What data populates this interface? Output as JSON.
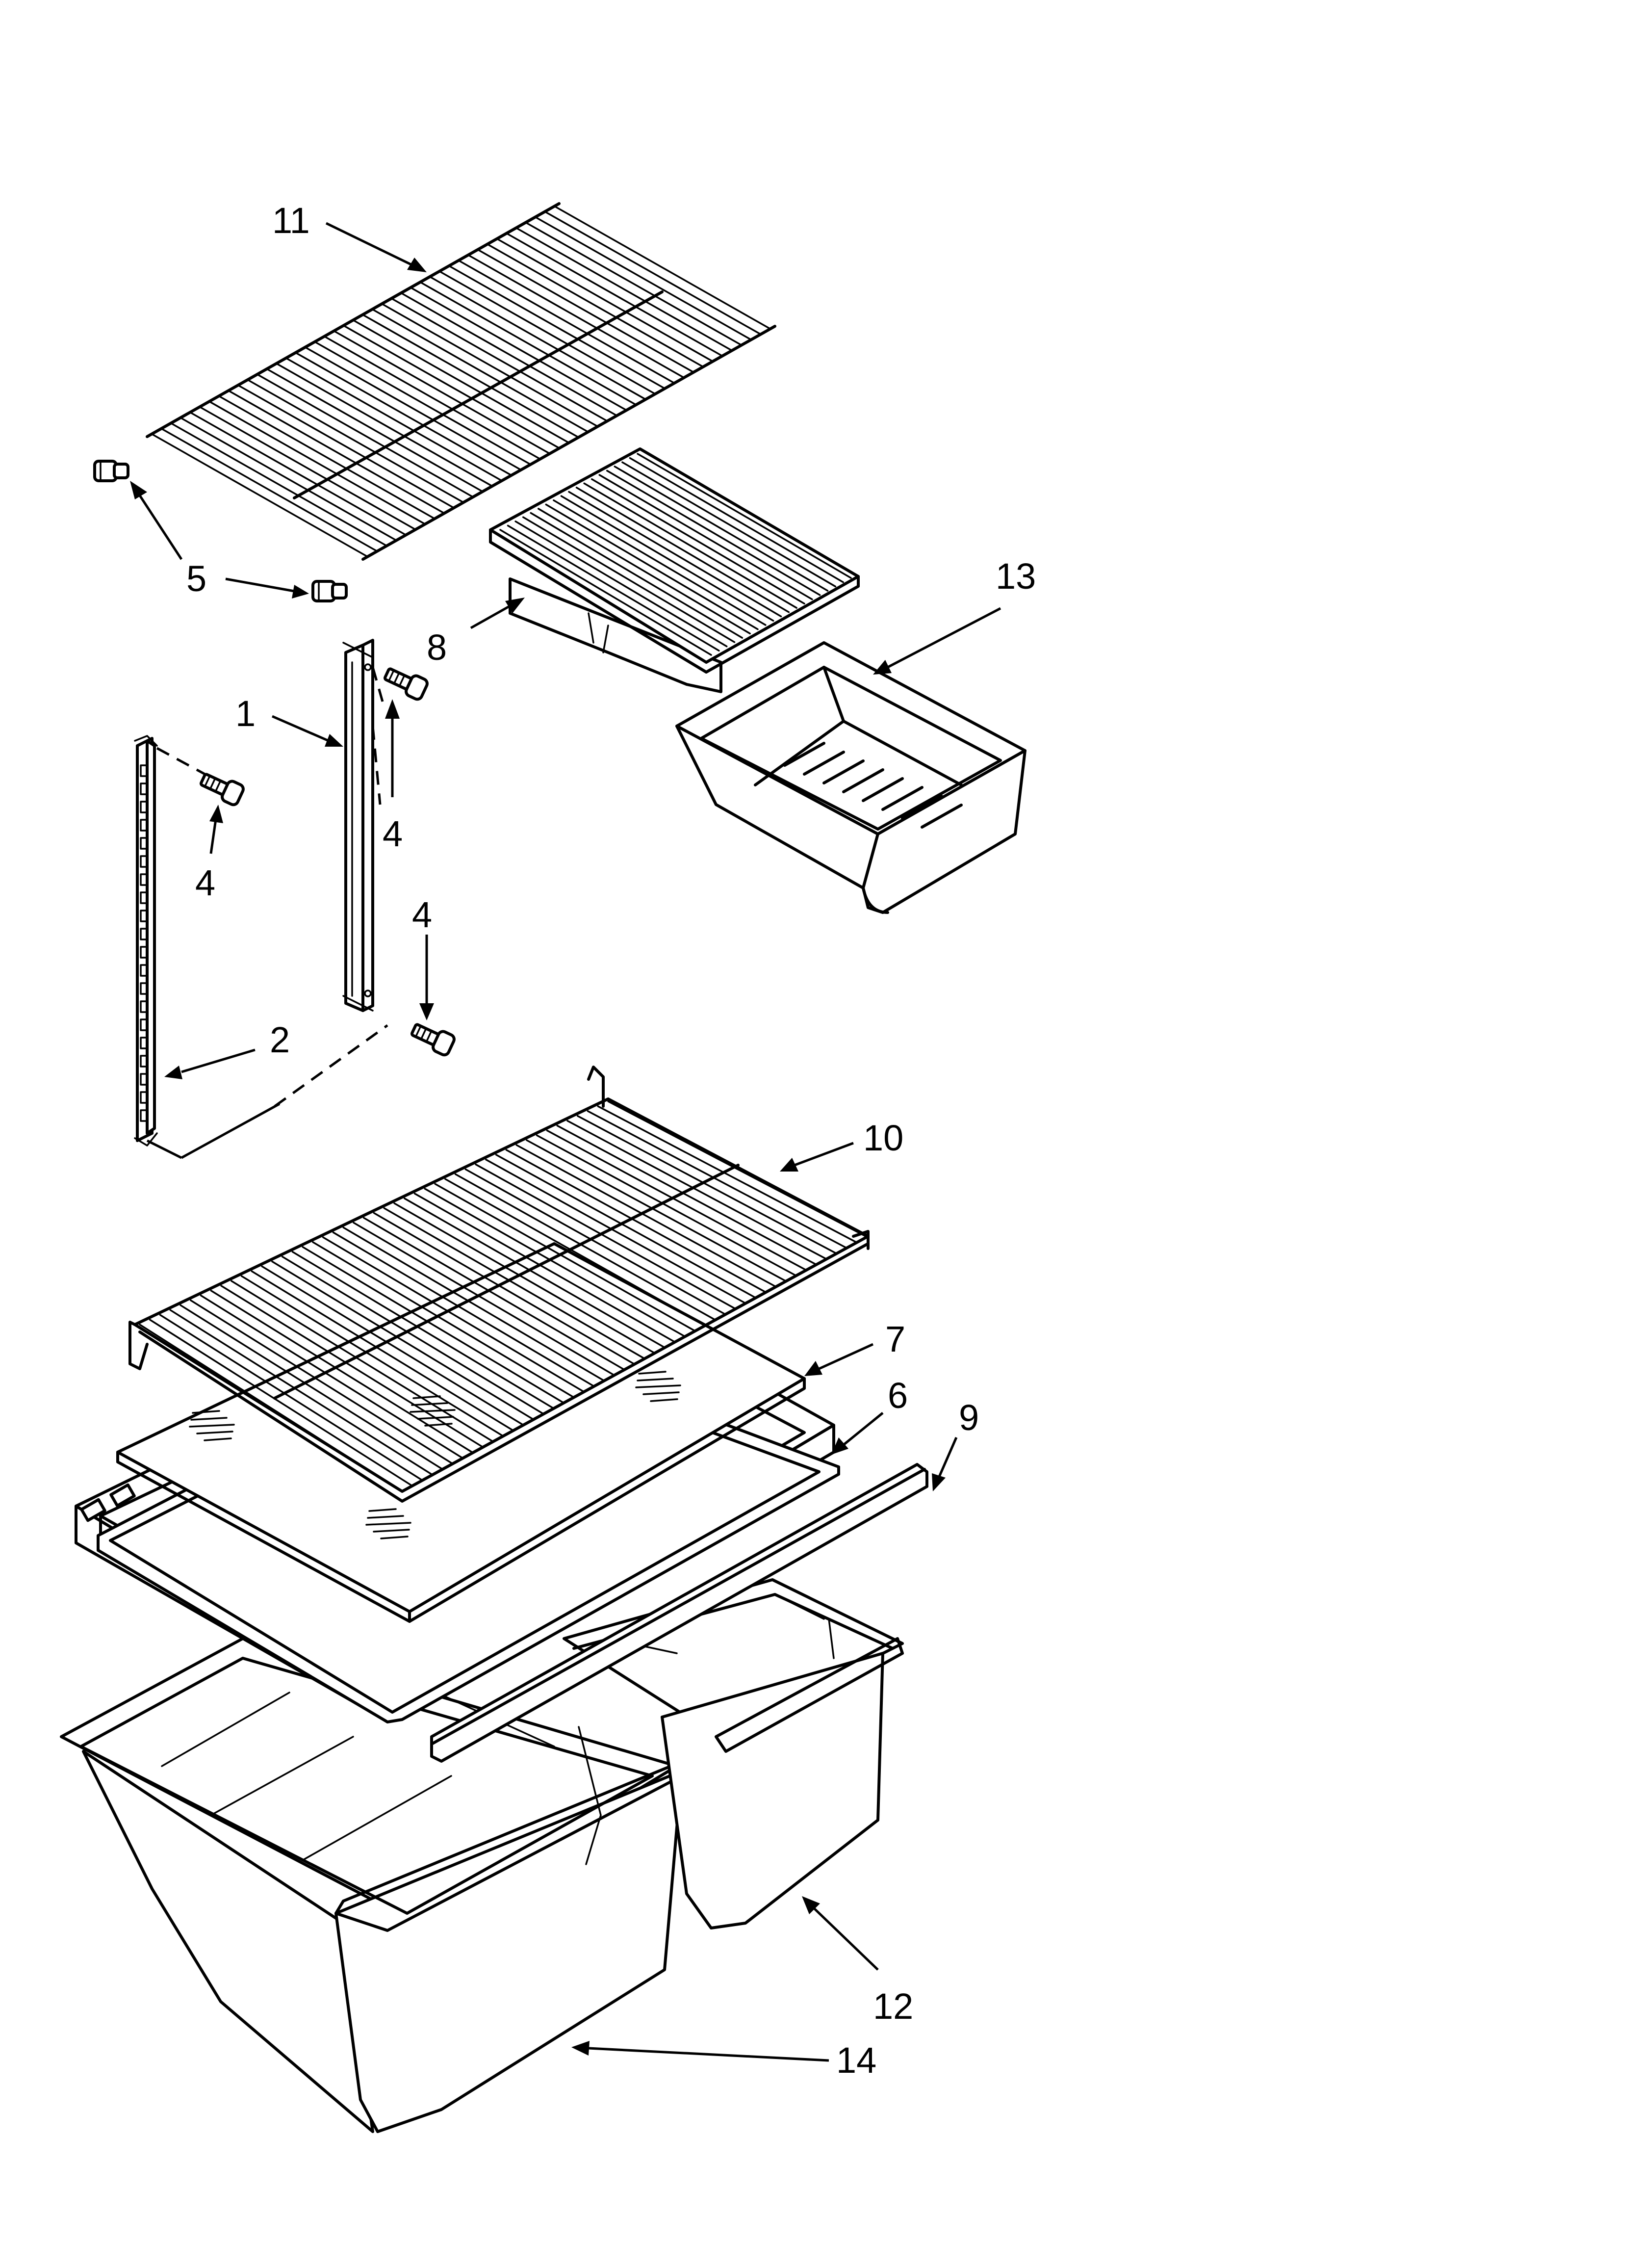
{
  "callouts": [
    {
      "id": "1",
      "label": "1"
    },
    {
      "id": "2",
      "label": "2"
    },
    {
      "id": "4a",
      "label": "4"
    },
    {
      "id": "4b",
      "label": "4"
    },
    {
      "id": "4c",
      "label": "4"
    },
    {
      "id": "5",
      "label": "5"
    },
    {
      "id": "6",
      "label": "6"
    },
    {
      "id": "7",
      "label": "7"
    },
    {
      "id": "8",
      "label": "8"
    },
    {
      "id": "9",
      "label": "9"
    },
    {
      "id": "10",
      "label": "10"
    },
    {
      "id": "11",
      "label": "11"
    },
    {
      "id": "12",
      "label": "12"
    },
    {
      "id": "13",
      "label": "13"
    },
    {
      "id": "14",
      "label": "14"
    }
  ]
}
